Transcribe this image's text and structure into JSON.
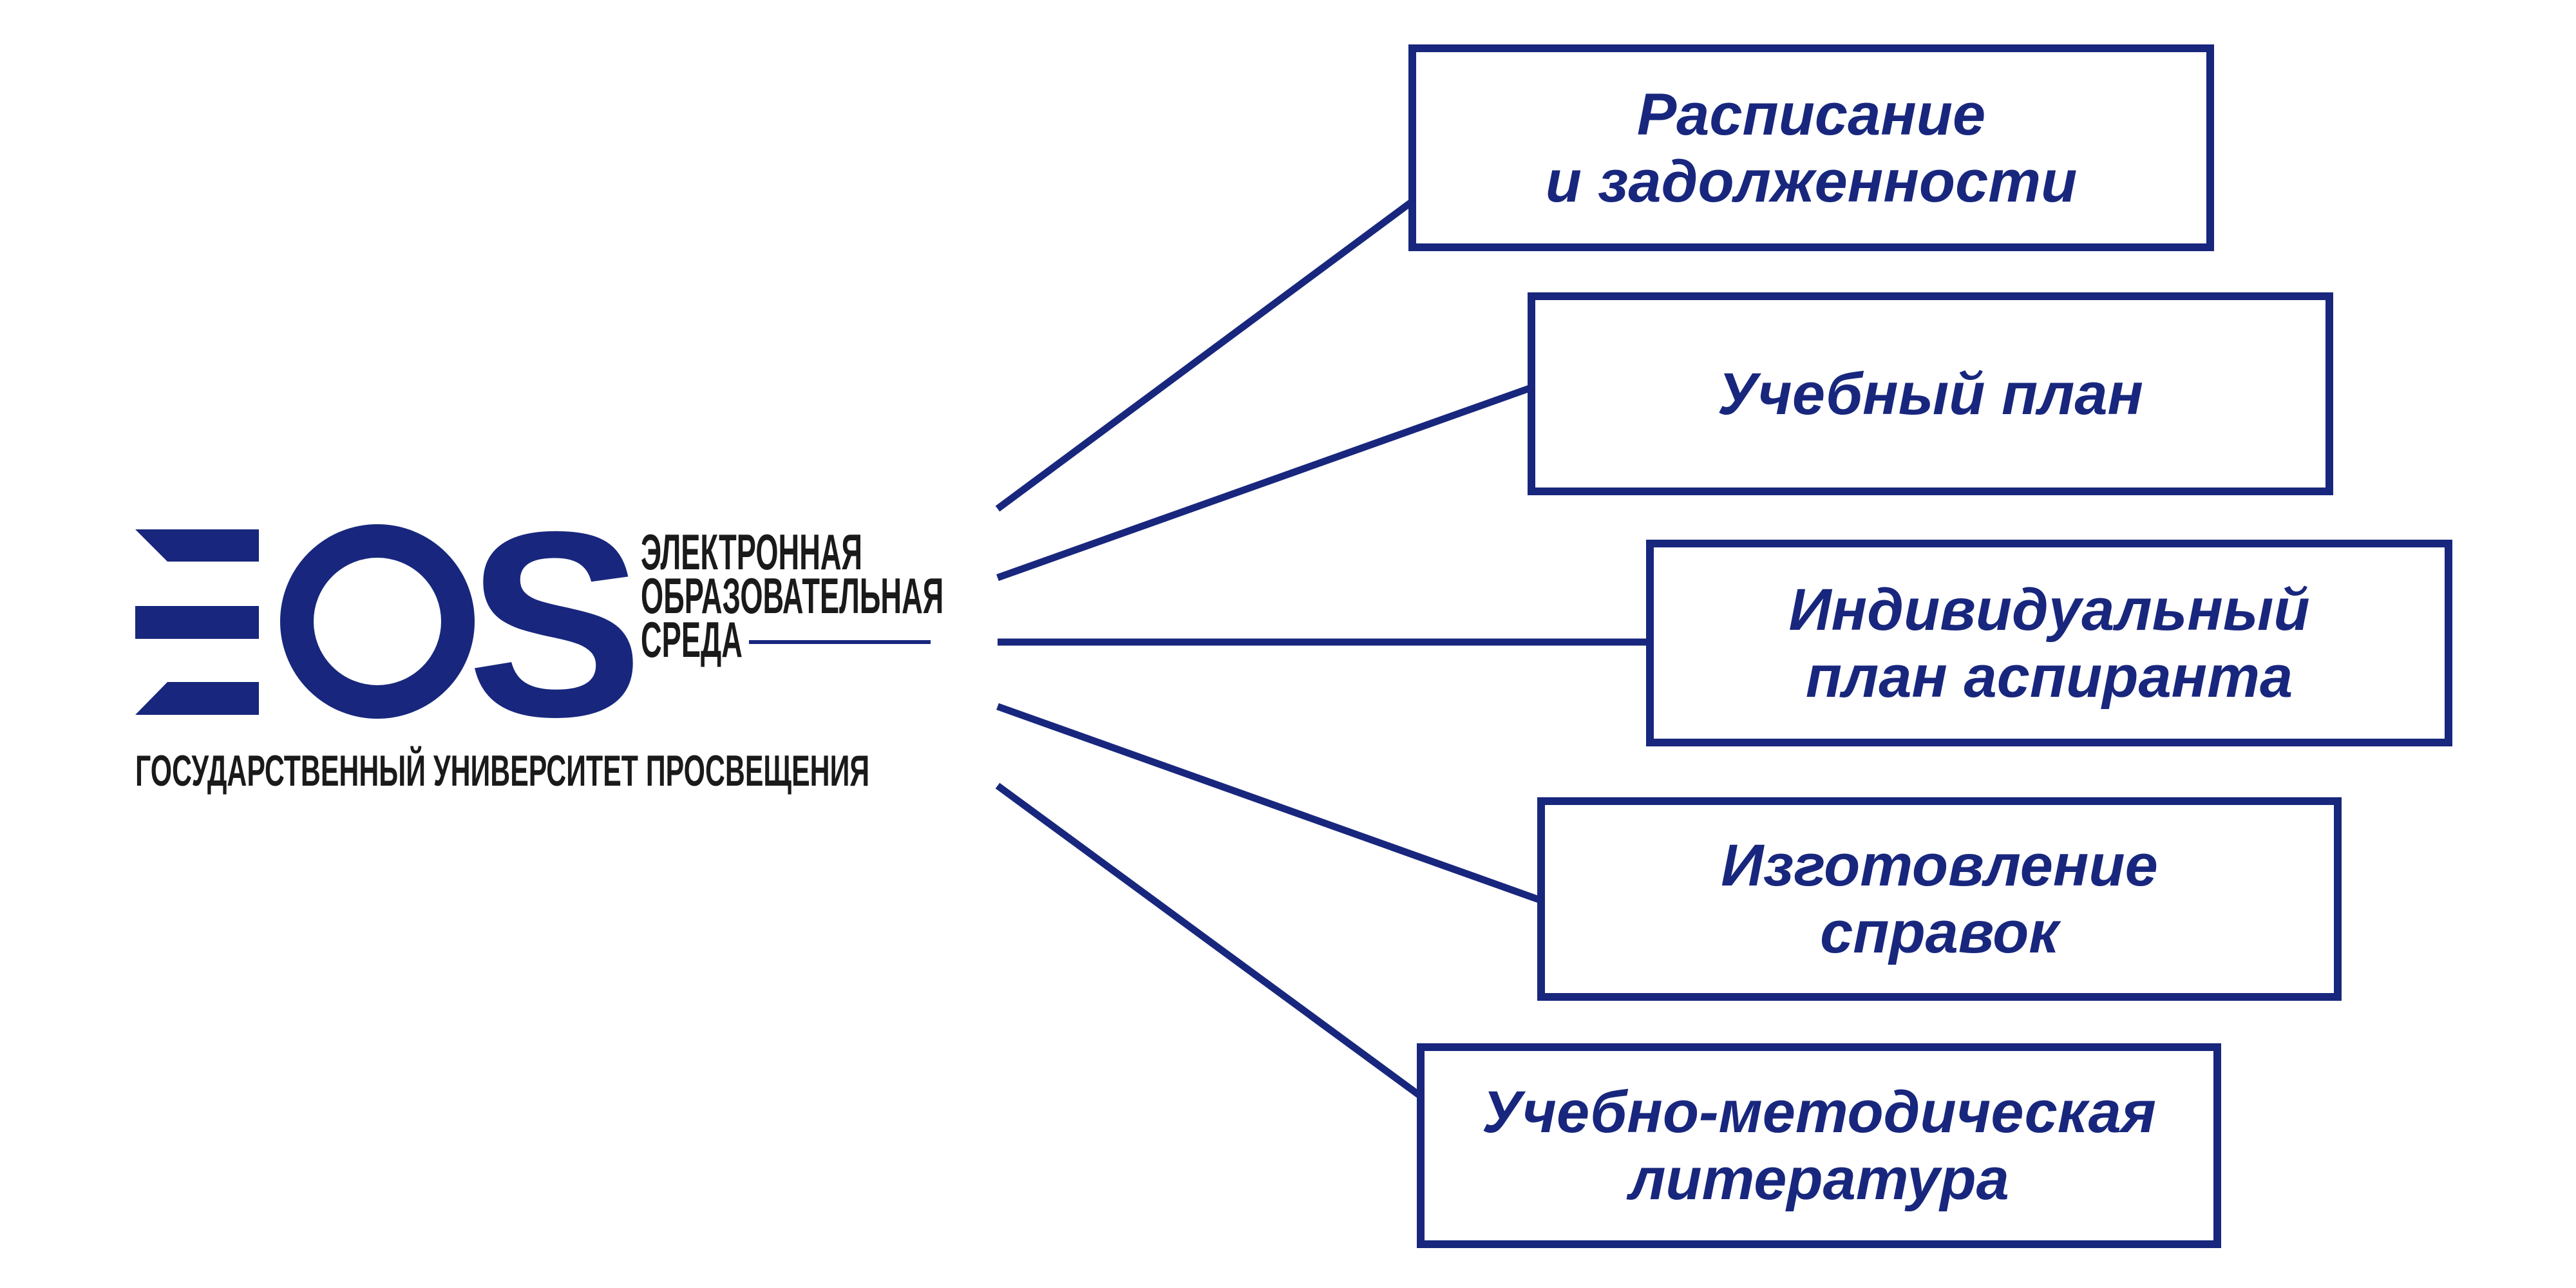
{
  "logo": {
    "mark": "EOS",
    "line1": "ЭЛЕКТРОННАЯ",
    "line2": "ОБРАЗОВАТЕЛЬНАЯ",
    "line3": "СРЕДА",
    "university": "ГОСУДАРСТВЕННЫЙ УНИВЕРСИТЕТ ПРОСВЕЩЕНИЯ"
  },
  "colors": {
    "accent": "#18277d",
    "text_dark": "#1a1a1a"
  },
  "items": [
    {
      "label": "Расписание\nи задолженности"
    },
    {
      "label": "Учебный план"
    },
    {
      "label": "Индивидуальный\nплан аспиранта"
    },
    {
      "label": "Изготовление\nсправок"
    },
    {
      "label": "Учебно-методическая\nлитература"
    }
  ]
}
